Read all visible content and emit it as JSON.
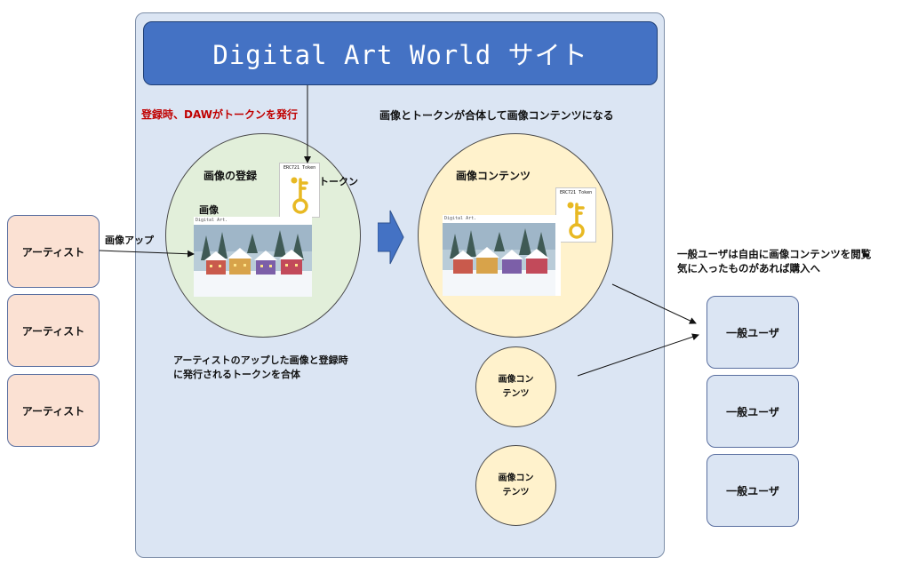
{
  "site": {
    "title": "Digital Art World サイト"
  },
  "labels": {
    "registration_note": "登録時、DAWがトークンを発行",
    "merge_note": "画像とトークンが合体して画像コンテンツになる",
    "image_upload": "画像アップ",
    "image_registration": "画像の登録",
    "token": "トークン",
    "image": "画像",
    "image_content": "画像コンテンツ",
    "artist_merge_note_line1": "アーティストのアップした画像と登録時",
    "artist_merge_note_line2": "に発行されるトークンを合体",
    "user_note_line1": "一般ユーザは自由に画像コンテンツを閲覧",
    "user_note_line2": "気に入ったものがあれば購入へ"
  },
  "token_card": {
    "caption": "ERC721 Token"
  },
  "picture": {
    "caption": "Digital Art."
  },
  "small_contents": [
    {
      "line1": "画像コン",
      "line2": "テンツ"
    },
    {
      "line1": "画像コン",
      "line2": "テンツ"
    }
  ],
  "artists": [
    "アーティスト",
    "アーティスト",
    "アーティスト"
  ],
  "users": [
    "一般ユーザ",
    "一般ユーザ",
    "一般ユーザ"
  ],
  "colors": {
    "header_blue": "#4472c4",
    "panel_blue": "#dbe5f3",
    "registration_green": "#e2efda",
    "content_yellow": "#fff2cc",
    "artist_peach": "#fbe1d3",
    "key_gold": "#e8b923",
    "note_red": "#c00000"
  },
  "icons": [
    "key-icon",
    "right-arrow-icon",
    "winter-village-picture"
  ]
}
